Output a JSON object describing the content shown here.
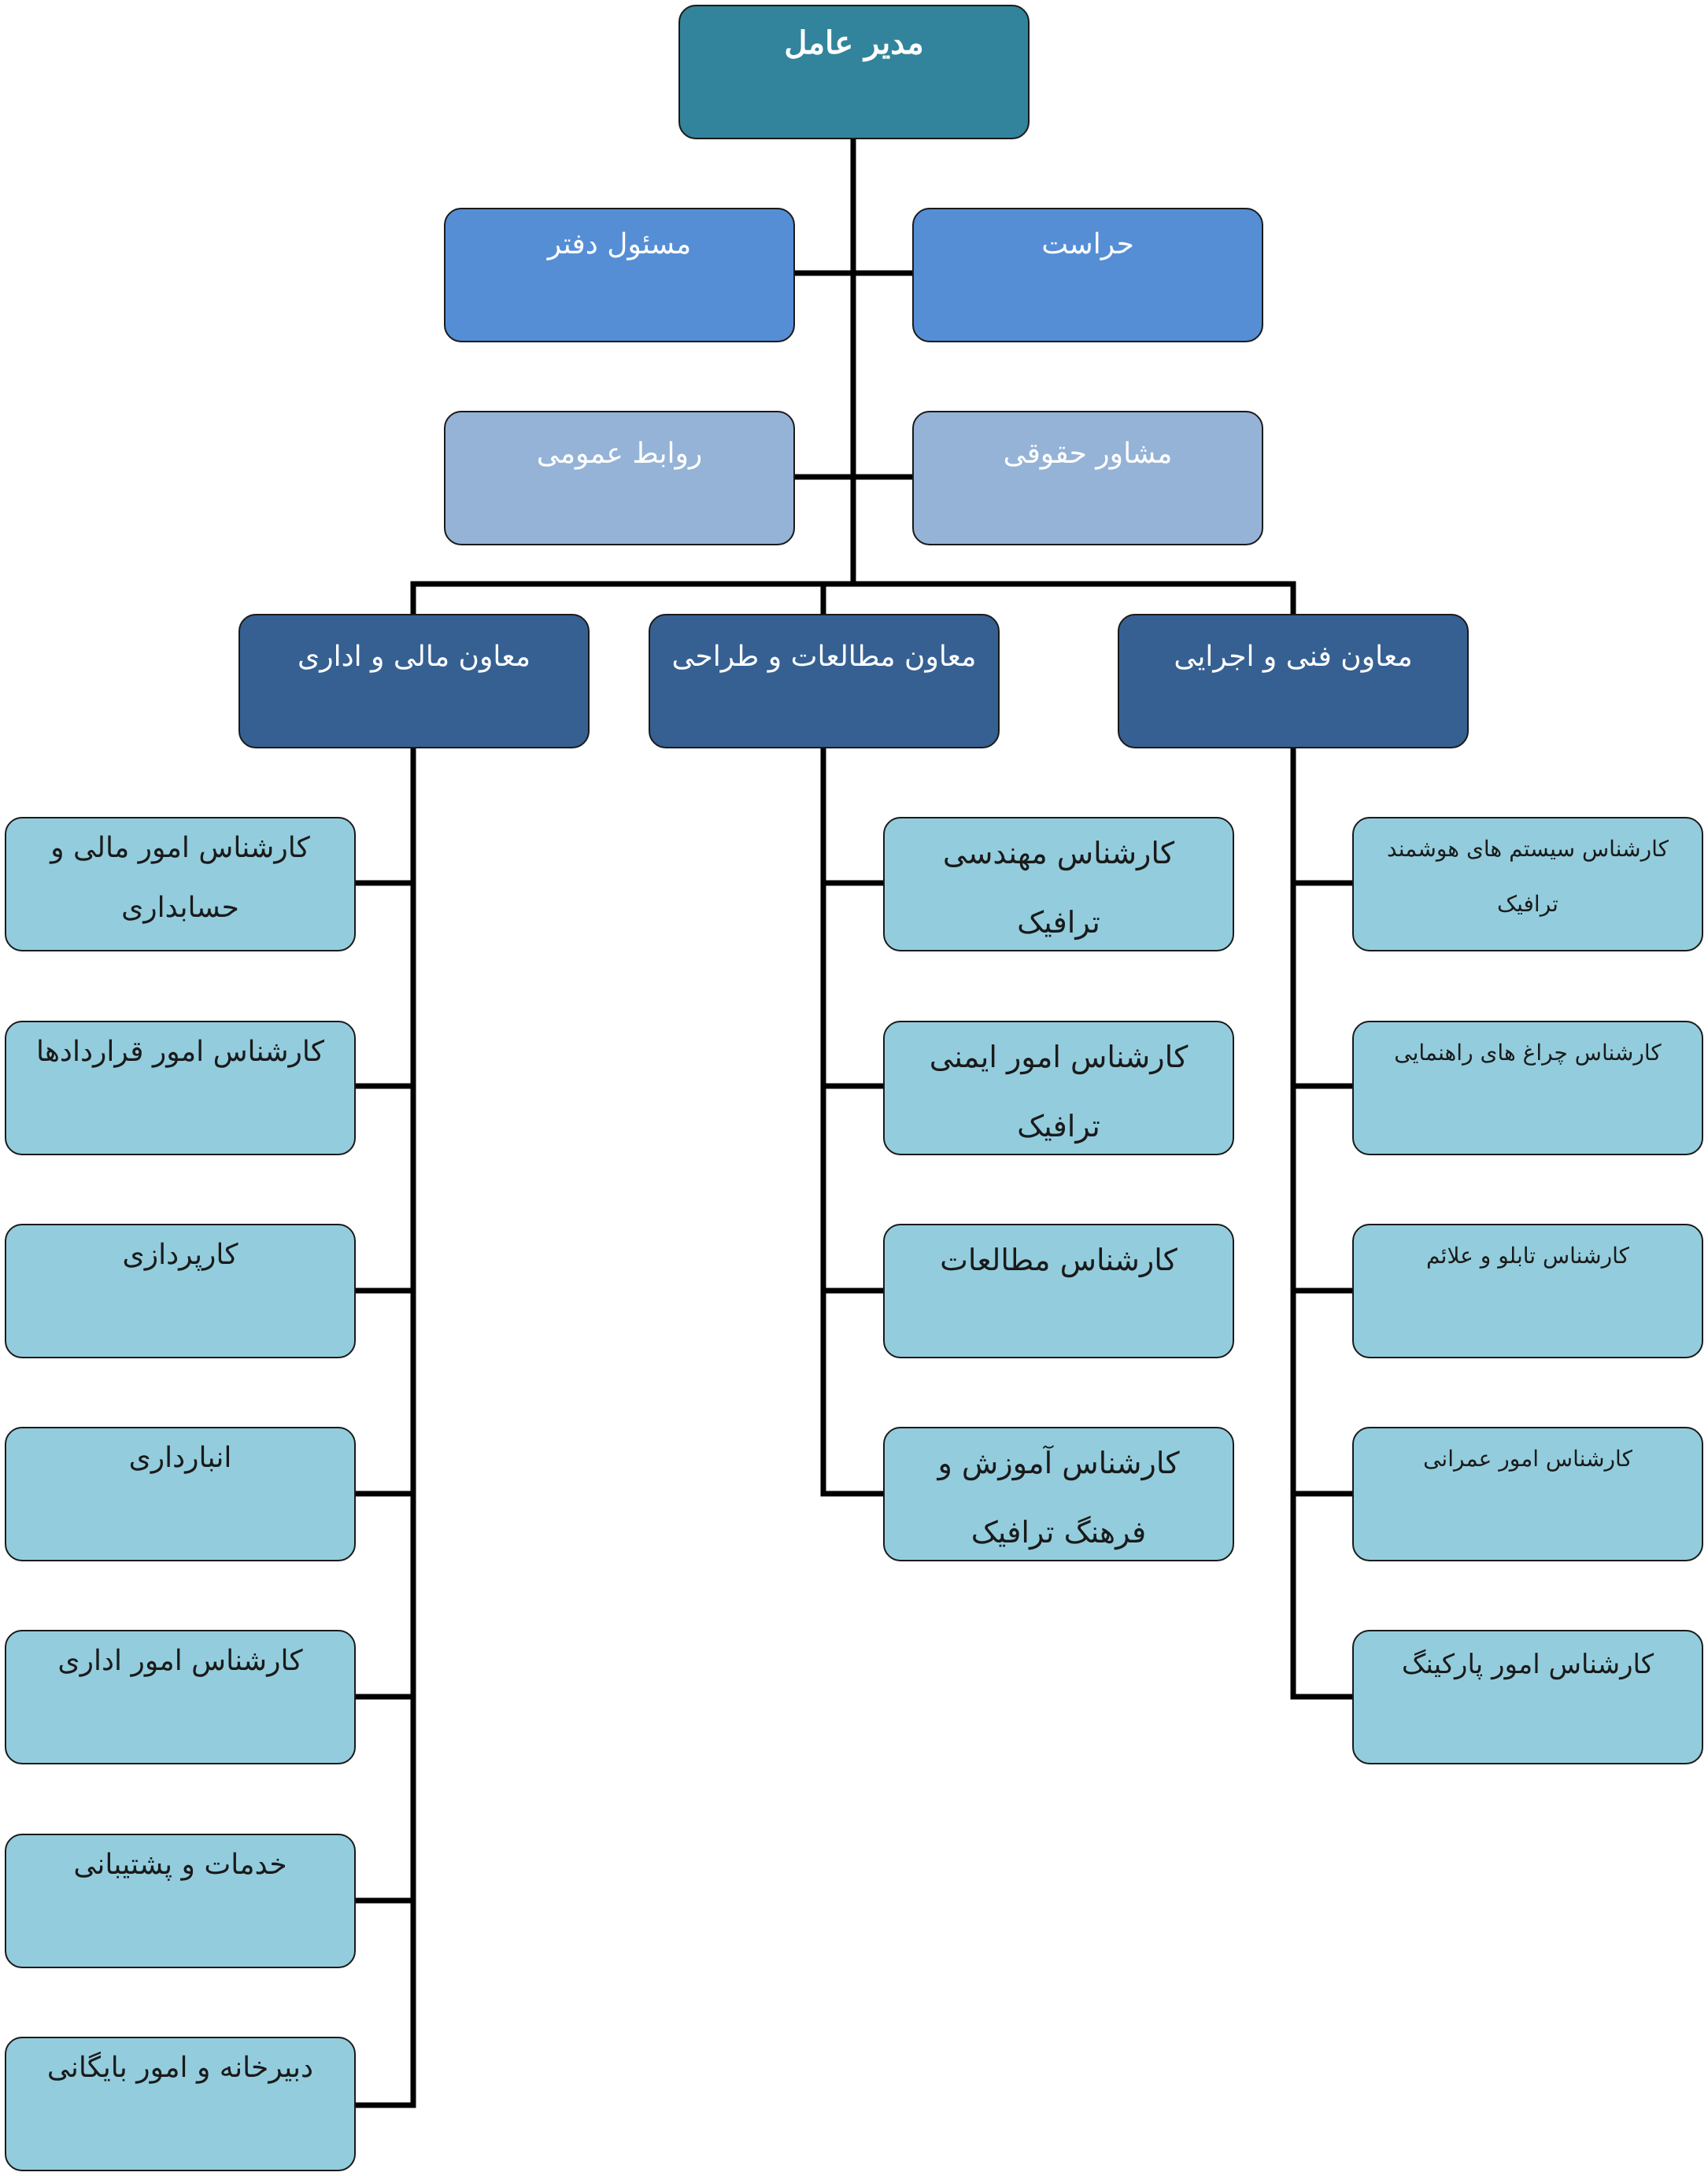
{
  "ceo": "مدیر عامل",
  "staff": {
    "office_manager": "مسئول دفتر",
    "security": "حراست",
    "public_relations": "روابط عمومی",
    "legal_advisor": "مشاور حقوقی"
  },
  "deputies": {
    "finance": "معاون مالی و اداری",
    "studies": "معاون مطالعات و طراحی",
    "technical": "معاون فنی و اجرایی"
  },
  "finance_units": [
    "کارشناس امور مالی و حسابداری",
    "کارشناس امور قراردادها",
    "کارپردازی",
    "انبارداری",
    "کارشناس امور اداری",
    "خدمات و پشتیبانی",
    "دبیرخانه و امور بایگانی"
  ],
  "studies_units": [
    "کارشناس مهندسی ترافیک",
    "کارشناس امور ایمنی ترافیک",
    "کارشناس مطالعات",
    "کارشناس آموزش و فرهنگ ترافیک"
  ],
  "technical_units": [
    "کارشناس سیستم های هوشمند ترافیک",
    "کارشناس چراغ های راهنمایی",
    "کارشناس تابلو و علائم",
    "کارشناس امور عمرانی",
    "کارشناس امور پارکینگ"
  ],
  "colors": {
    "ceo": "#31849b",
    "staff_primary": "#558ed5",
    "staff_secondary": "#95b3d7",
    "deputy": "#366092",
    "unit": "#93cddd",
    "connector": "#000000"
  }
}
